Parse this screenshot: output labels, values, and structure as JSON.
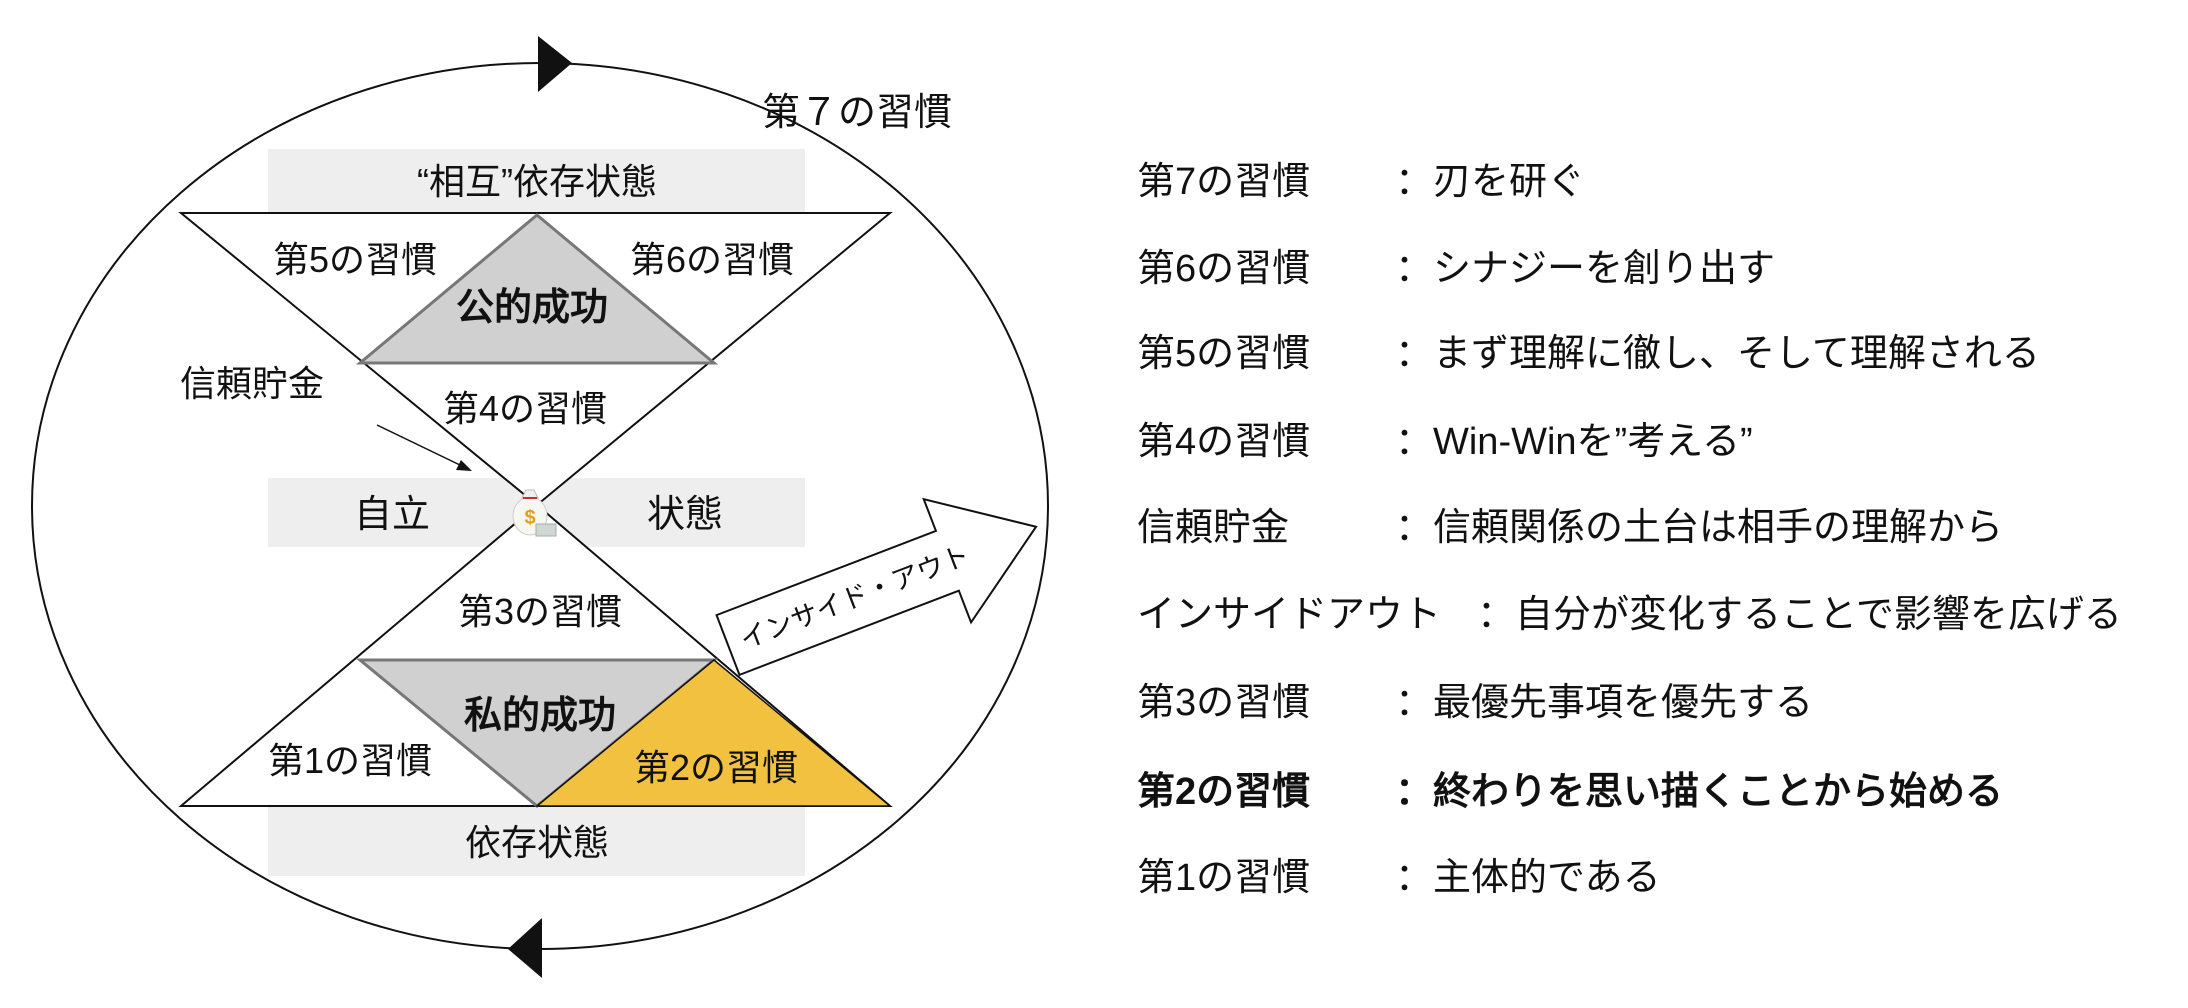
{
  "diagram": {
    "habit7_label": "第７の習慣",
    "interdependent_label": "“相互”依存状態",
    "independent_left": "自立",
    "independent_right": "状態",
    "dependent_label": "依存状態",
    "public_victory": "公的成功",
    "private_victory": "私的成功",
    "habit1": "第1の習慣",
    "habit2": "第2の習慣",
    "habit3": "第3の習慣",
    "habit4": "第4の習慣",
    "habit5": "第5の習慣",
    "habit6": "第6の習慣",
    "trust_bank": "信頼貯金",
    "inside_out": "インサイド・アウト",
    "money_icon": "money-bag-icon",
    "colors": {
      "highlight": "#F2C140",
      "gray_triangle": "#D0D0D0",
      "band": "#EEEEEE"
    }
  },
  "list": [
    {
      "label": "第7の習慣",
      "desc": "：刃を研ぐ"
    },
    {
      "label": "第6の習慣",
      "desc": "：シナジーを創り出す"
    },
    {
      "label": "第5の習慣",
      "desc": "：まず理解に徹し、そして理解される"
    },
    {
      "label": "第4の習慣",
      "desc": "：Win-Winを”考える”"
    },
    {
      "label": "信頼貯金",
      "desc": "：信頼関係の土台は相手の理解から"
    },
    {
      "label": "インサイドアウト",
      "desc": "：自分が変化することで影響を広げる"
    },
    {
      "label": "第3の習慣",
      "desc": "：最優先事項を優先する"
    },
    {
      "label": "第2の習慣",
      "desc": "：終わりを思い描くことから始める",
      "emphasis": true
    },
    {
      "label": "第1の習慣",
      "desc": "：主体的である"
    }
  ]
}
